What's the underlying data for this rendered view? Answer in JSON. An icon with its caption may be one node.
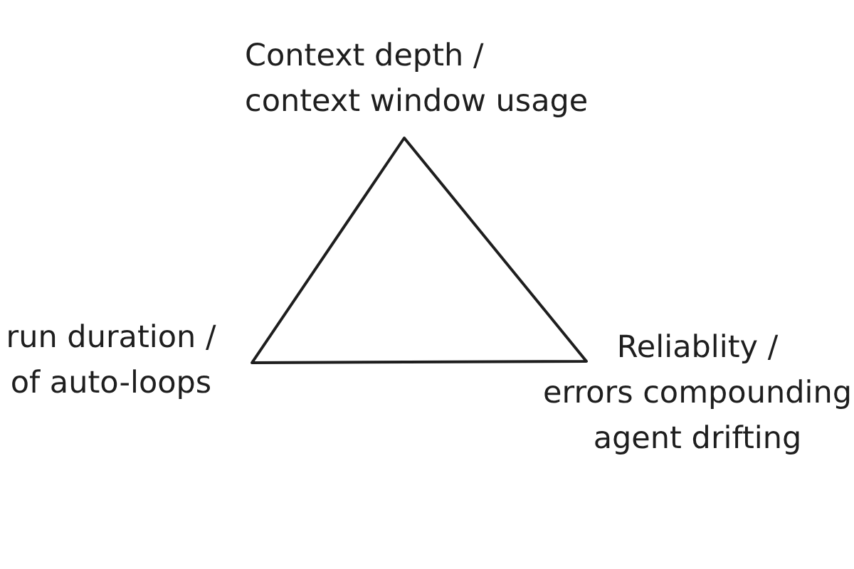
{
  "diagram": {
    "labels": [
      "Context depth / context window usage",
      "run duration / of auto-loops",
      "Reliablity / errors compounding agent drifting"
    ]
  }
}
